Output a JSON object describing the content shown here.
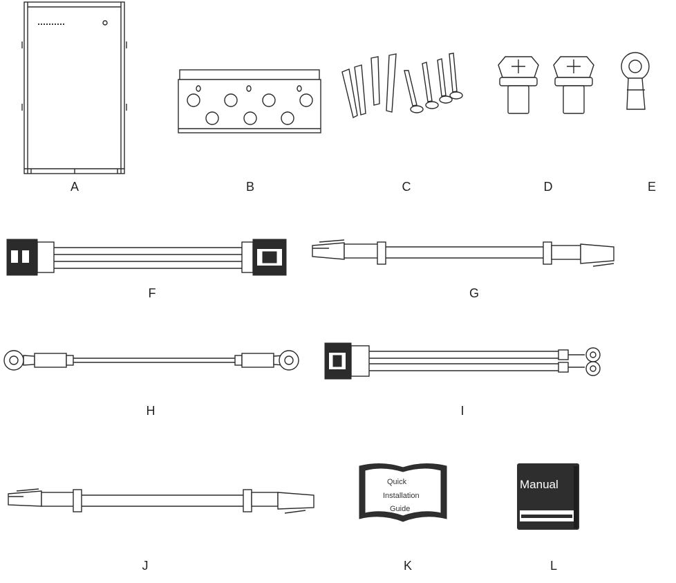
{
  "items": [
    {
      "id": "A",
      "label": "A"
    },
    {
      "id": "B",
      "label": "B"
    },
    {
      "id": "C",
      "label": "C"
    },
    {
      "id": "D",
      "label": "D"
    },
    {
      "id": "E",
      "label": "E"
    },
    {
      "id": "F",
      "label": "F"
    },
    {
      "id": "G",
      "label": "G"
    },
    {
      "id": "H",
      "label": "H"
    },
    {
      "id": "I",
      "label": "I"
    },
    {
      "id": "J",
      "label": "J"
    },
    {
      "id": "K",
      "label": "K"
    },
    {
      "id": "L",
      "label": "L"
    }
  ],
  "quick_guide": {
    "line1": "Quick",
    "line2": "Installation",
    "line3": "Guide"
  },
  "manual": {
    "title": "Manual"
  }
}
